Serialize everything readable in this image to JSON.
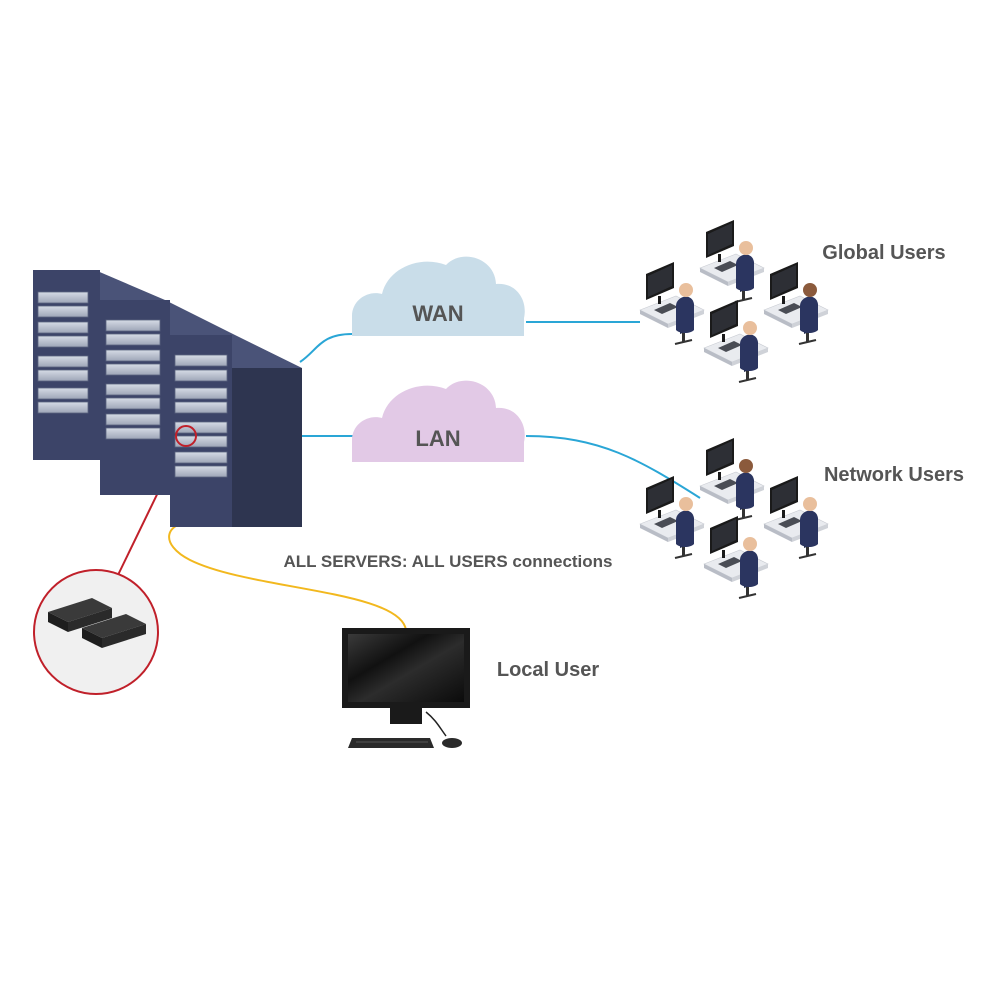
{
  "clouds": {
    "wan_label": "WAN",
    "lan_label": "LAN"
  },
  "groups": {
    "global_users_label": "Global Users",
    "network_users_label": "Network Users",
    "local_user_label": "Local User"
  },
  "connections": {
    "caption": "ALL SERVERS: ALL USERS connections"
  },
  "colors": {
    "wan_cloud": "#c9dde9",
    "lan_cloud": "#e2c9e6",
    "network_line": "#2aa6d6",
    "local_line": "#f2b81e",
    "zoom_line": "#c0202a",
    "rack_dark": "#2e3550",
    "rack_mid": "#3c4468",
    "label_text": "#555555"
  }
}
